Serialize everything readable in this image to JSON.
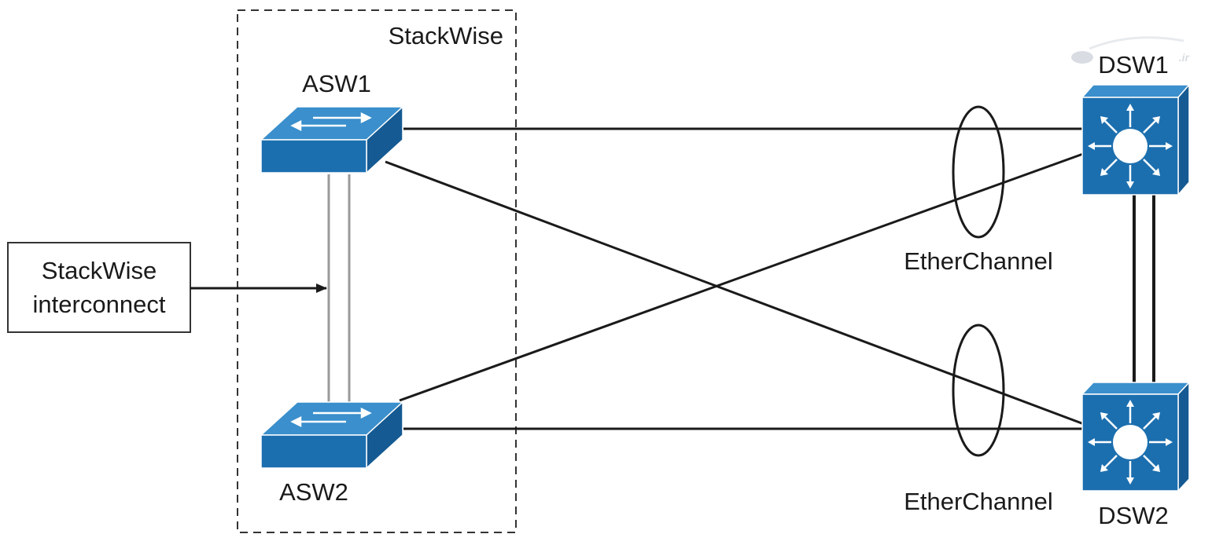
{
  "diagram": {
    "stack_group_label": "StackWise",
    "callout": {
      "line1": "StackWise",
      "line2": "interconnect"
    },
    "nodes": {
      "asw1": "ASW1",
      "asw2": "ASW2",
      "dsw1": "DSW1",
      "dsw2": "DSW2"
    },
    "etherchannel_top": "EtherChannel",
    "etherchannel_bottom": "EtherChannel",
    "watermark": ".ir"
  },
  "colors": {
    "device_face": "#1C6FAF",
    "device_top": "#3A8FCC",
    "device_side": "#155A92",
    "line": "#1a1a1a",
    "interconnect": "#9a9a9a"
  }
}
